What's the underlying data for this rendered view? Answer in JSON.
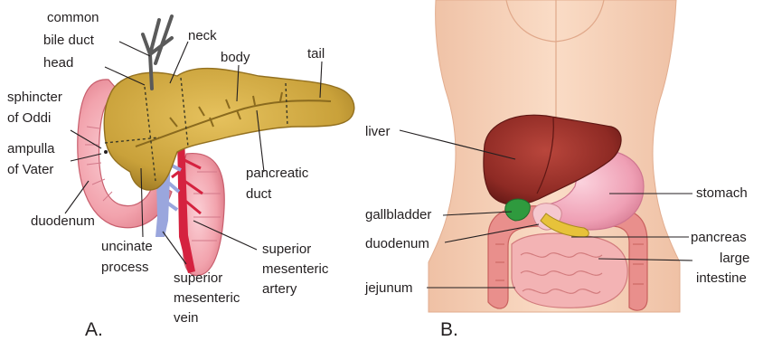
{
  "panel_a": {
    "letter": "A.",
    "labels": {
      "common_bile_duct_1": "common",
      "common_bile_duct_2": "bile duct",
      "head": "head",
      "neck": "neck",
      "body": "body",
      "tail": "tail",
      "sphincter_1": "sphincter",
      "sphincter_2": "of Oddi",
      "ampulla_1": "ampulla",
      "ampulla_2": "of Vater",
      "duodenum": "duodenum",
      "pancreatic_duct_1": "pancreatic",
      "pancreatic_duct_2": "duct",
      "uncinate_1": "uncinate",
      "uncinate_2": "process",
      "sm_artery_1": "superior",
      "sm_artery_2": "mesenteric",
      "sm_artery_3": "artery",
      "sm_vein_1": "superior",
      "sm_vein_2": "mesenteric",
      "sm_vein_3": "vein"
    }
  },
  "panel_b": {
    "letter": "B.",
    "labels": {
      "liver": "liver",
      "stomach": "stomach",
      "gallbladder": "gallbladder",
      "duodenum": "duodenum",
      "pancreas": "pancreas",
      "large_intestine_1": "large",
      "large_intestine_2": "intestine",
      "jejunum": "jejunum"
    }
  },
  "colors": {
    "pancreas": "#c9a13a",
    "duodenum": "#f2a3ad",
    "artery": "#d5223f",
    "vein": "#9aa6dd",
    "skin": "#f7d5bd",
    "liver": "#8e2a24",
    "stomach": "#efa0b5",
    "gallbladder": "#2f9a3e",
    "intestine": "#e98f8c"
  }
}
